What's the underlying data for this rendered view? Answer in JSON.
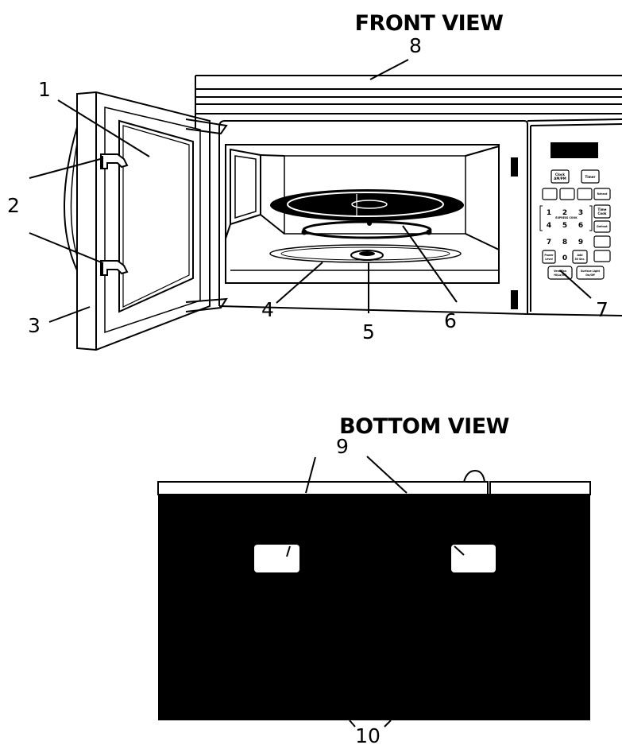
{
  "headings": {
    "front": "FRONT VIEW",
    "bottom": "BOTTOM VIEW"
  },
  "callouts": {
    "c1": "1",
    "c2": "2",
    "c3": "3",
    "c4": "4",
    "c5": "5",
    "c6": "6",
    "c7": "7",
    "c8": "8",
    "c9": "9",
    "c10": "10"
  },
  "keypad": {
    "clock": [
      "Clock",
      "AM/PM"
    ],
    "timer": "Timer",
    "reheat": "Reheat",
    "express_cook": "EXPRESS COOK",
    "time_cook": [
      "Time",
      "Cook"
    ],
    "defrost": "Defrost",
    "power_level": [
      "Power",
      "Level"
    ],
    "add_30": [
      "Add",
      "30 Sec."
    ],
    "vent_fan": [
      "Vent Fan",
      "Hi/Lo/Off"
    ],
    "surface_light": [
      "Surface Light",
      "On/Off"
    ],
    "digits": [
      "1",
      "2",
      "3",
      "4",
      "5",
      "6",
      "7",
      "8",
      "9",
      "0"
    ]
  },
  "colors": {
    "ink": "#000000",
    "paper": "#ffffff"
  }
}
